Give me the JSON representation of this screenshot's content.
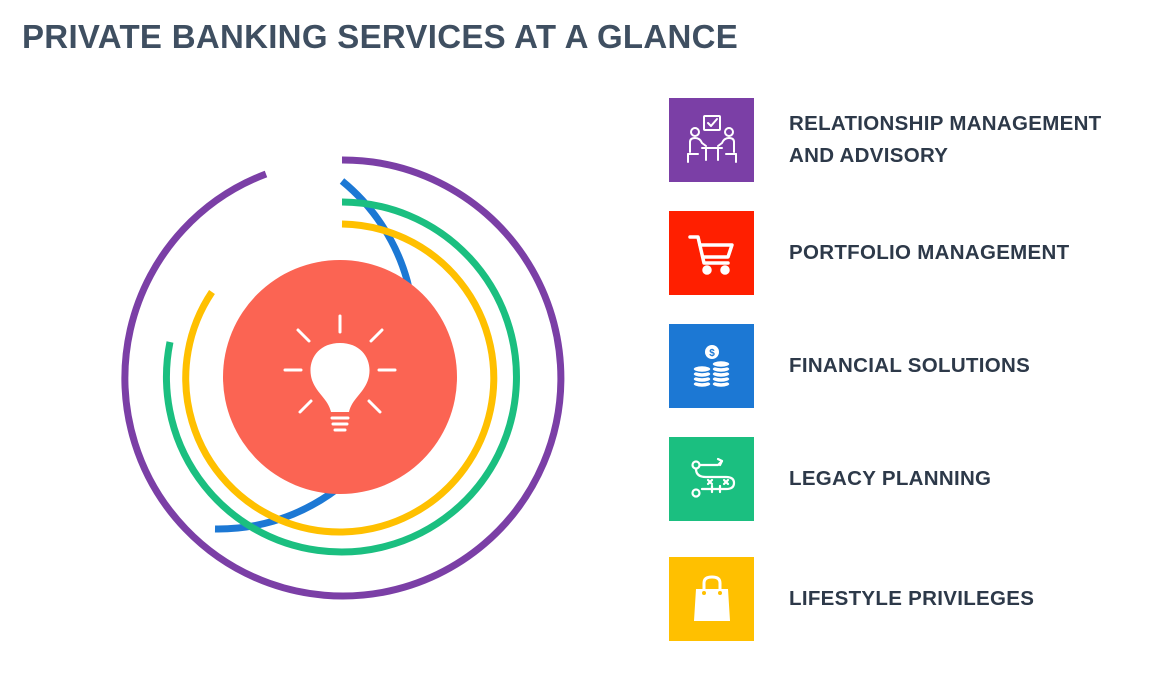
{
  "title": "PRIVATE BANKING SERVICES AT A GLANCE",
  "colors": {
    "purple": "#7b3fa6",
    "red": "#ff1f00",
    "blue": "#1c78d4",
    "green": "#1bbf80",
    "yellow": "#ffc000",
    "core": "#fb6453"
  },
  "center_icon": "lightbulb-icon",
  "services": [
    {
      "label": "RELATIONSHIP MANAGEMENT\nAND ADVISORY",
      "icon": "meeting-icon",
      "color": "#7b3fa6"
    },
    {
      "label": "PORTFOLIO MANAGEMENT",
      "icon": "cart-icon",
      "color": "#ff1f00"
    },
    {
      "label": "FINANCIAL SOLUTIONS",
      "icon": "coins-icon",
      "color": "#1c78d4"
    },
    {
      "label": "LEGACY PLANNING",
      "icon": "strategy-icon",
      "color": "#1bbf80"
    },
    {
      "label": "LIFESTYLE PRIVILEGES",
      "icon": "shopping-bag-icon",
      "color": "#ffc000"
    }
  ]
}
